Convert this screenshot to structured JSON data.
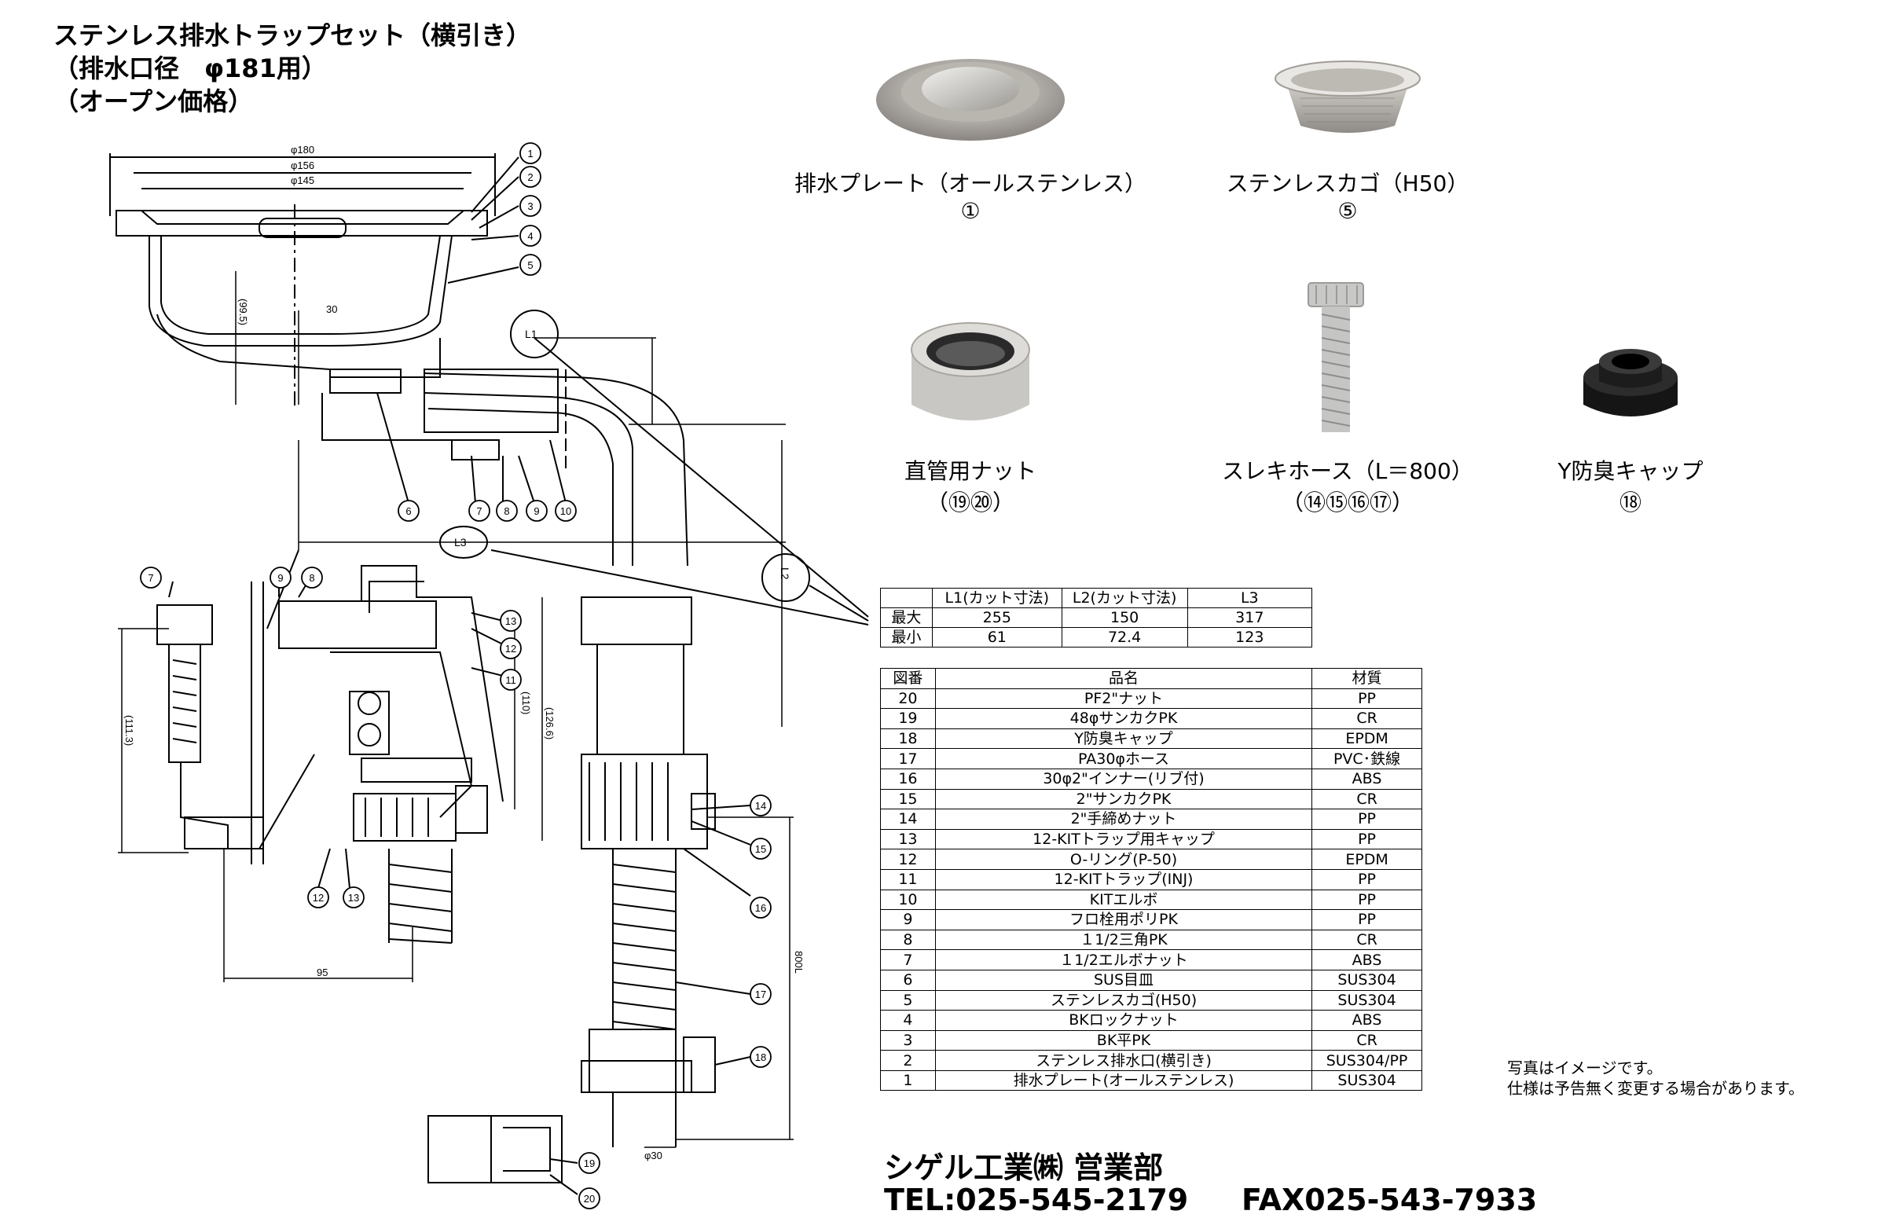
{
  "title": {
    "line1": "ステンレス排水トラップセット（横引き）",
    "line2": "（排水口径　φ181用）",
    "line3": "（オープン価格）"
  },
  "drawing": {
    "dims": {
      "d180": "φ180",
      "d156": "φ156",
      "d145": "φ145",
      "h99": "(99.5)",
      "w30": "30",
      "h111": "(111.3)",
      "h110": "(110)",
      "h126": "(126.6)",
      "w95": "95",
      "l800": "800L",
      "d30": "φ30"
    },
    "callouts": {
      "L1": "L1",
      "L2": "L2",
      "L3": "L3"
    },
    "part_numbers": [
      "1",
      "2",
      "3",
      "4",
      "5",
      "6",
      "7",
      "8",
      "9",
      "10",
      "11",
      "12",
      "13",
      "14",
      "15",
      "16",
      "17",
      "18",
      "19",
      "20"
    ]
  },
  "photos": [
    {
      "name": "排水プレート（オールステンレス）",
      "num": "①",
      "icon": "drain-plate-icon"
    },
    {
      "name": "ステンレスカゴ（H50）",
      "num": "⑤",
      "icon": "stainless-basket-icon"
    },
    {
      "name": "直管用ナット",
      "num": "（⑲⑳）",
      "icon": "straight-pipe-nut-icon"
    },
    {
      "name": "スレキホース（L＝800）",
      "num": "（⑭⑮⑯⑰）",
      "icon": "flexible-hose-icon"
    },
    {
      "name": "Y防臭キャップ",
      "num": "⑱",
      "icon": "odor-cap-icon"
    }
  ],
  "dim_table": {
    "headers": [
      "",
      "L1(カット寸法)",
      "L2(カット寸法)",
      "L3"
    ],
    "rows": [
      [
        "最大",
        "255",
        "150",
        "317"
      ],
      [
        "最小",
        "61",
        "72.4",
        "123"
      ]
    ]
  },
  "parts_table": {
    "headers": [
      "図番",
      "品名",
      "材質"
    ],
    "rows": [
      [
        "20",
        "PF2\"ナット",
        "PP"
      ],
      [
        "19",
        "48φサンカクPK",
        "CR"
      ],
      [
        "18",
        "Y防臭キャップ",
        "EPDM"
      ],
      [
        "17",
        "PA30φホース",
        "PVC･鉄線"
      ],
      [
        "16",
        "30φ2\"インナー(リブ付)",
        "ABS"
      ],
      [
        "15",
        "2\"サンカクPK",
        "CR"
      ],
      [
        "14",
        "2\"手締めナット",
        "PP"
      ],
      [
        "13",
        "12-KITトラップ用キャップ",
        "PP"
      ],
      [
        "12",
        "O-リング(P-50)",
        "EPDM"
      ],
      [
        "11",
        "12-KITトラップ(INJ)",
        "PP"
      ],
      [
        "10",
        "KITエルボ",
        "PP"
      ],
      [
        "9",
        "フロ栓用ポリPK",
        "PP"
      ],
      [
        "8",
        "１1/2三角PK",
        "CR"
      ],
      [
        "7",
        "１1/2エルボナット",
        "ABS"
      ],
      [
        "6",
        "SUS目皿",
        "SUS304"
      ],
      [
        "5",
        "ステンレスカゴ(H50)",
        "SUS304"
      ],
      [
        "4",
        "BKロックナット",
        "ABS"
      ],
      [
        "3",
        "BK平PK",
        "CR"
      ],
      [
        "2",
        "ステンレス排水口(横引き)",
        "SUS304/PP"
      ],
      [
        "1",
        "排水プレート(オールステンレス)",
        "SUS304"
      ]
    ]
  },
  "notes": {
    "line1": "写真はイメージです。",
    "line2": "仕様は予告無く変更する場合があります。"
  },
  "contact": {
    "company": "シゲル工業㈱ 営業部",
    "tel": "TEL:025-545-2179",
    "fax": "FAX025-543-7933"
  }
}
